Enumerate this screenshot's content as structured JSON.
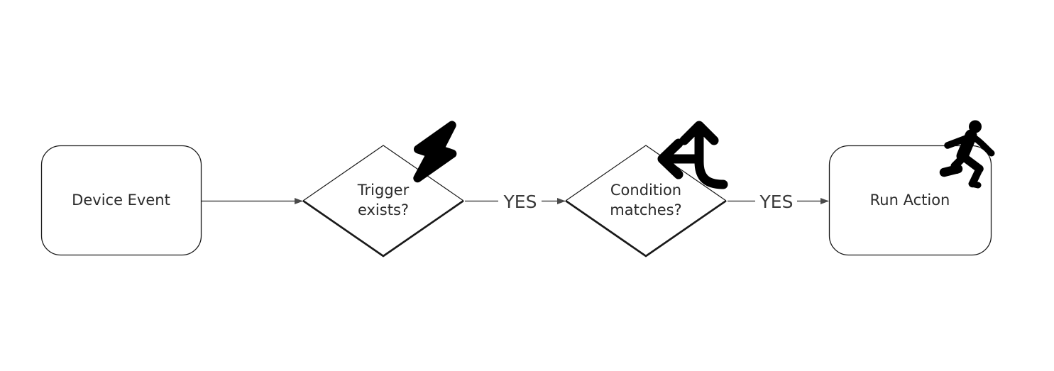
{
  "colors": {
    "canvas_background": "#ffffff",
    "shape_fill": "#ffffff",
    "shape_stroke": "#1a1a1a",
    "edge_line": "#4a4a4a",
    "label_text": "#2b2b2b",
    "edge_label_text": "#3a3a3a",
    "icon_fill": "#000000"
  },
  "nodes": [
    {
      "id": "device-event",
      "type": "rounded-rectangle",
      "label": "Device Event"
    },
    {
      "id": "trigger-exists",
      "type": "decision-diamond",
      "label": "Trigger exists?",
      "label_lines": [
        "Trigger",
        "exists?"
      ],
      "icon": "lightning-bolt-icon"
    },
    {
      "id": "condition-matches",
      "type": "decision-diamond",
      "label": "Condition matches?",
      "label_lines": [
        "Condition",
        "matches?"
      ],
      "icon": "split-arrows-icon"
    },
    {
      "id": "run-action",
      "type": "rounded-rectangle",
      "label": "Run Action",
      "icon": "running-person-icon"
    }
  ],
  "edges": [
    {
      "from": "device-event",
      "to": "trigger-exists"
    },
    {
      "from": "trigger-exists",
      "to": "condition-matches",
      "label": "YES"
    },
    {
      "from": "condition-matches",
      "to": "run-action",
      "label": "YES"
    }
  ]
}
